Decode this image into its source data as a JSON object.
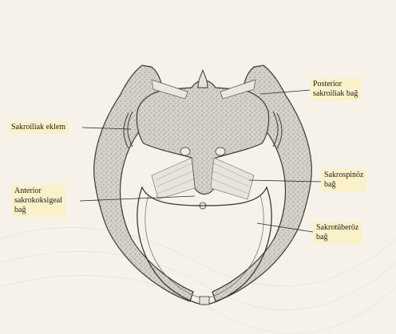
{
  "labels": {
    "posterior_sacroiliac": [
      "Posterior",
      "sakroiliak bağ"
    ],
    "sacroiliac_joint": [
      "Sakroiliak eklem"
    ],
    "sacrospinous": [
      "Sakrospinöz",
      "bağ"
    ],
    "anterior_sacrococcygeal": [
      "Anterior",
      "sakrokoksigeal",
      "bağ"
    ],
    "sacrotuberous": [
      "Sakrotüberöz",
      "bağ"
    ]
  },
  "colors": {
    "background": "#f6f2ea",
    "bone_fill": "#cfcac3",
    "outline": "#3a3a3a",
    "label_bg": "#fbf1c9"
  }
}
